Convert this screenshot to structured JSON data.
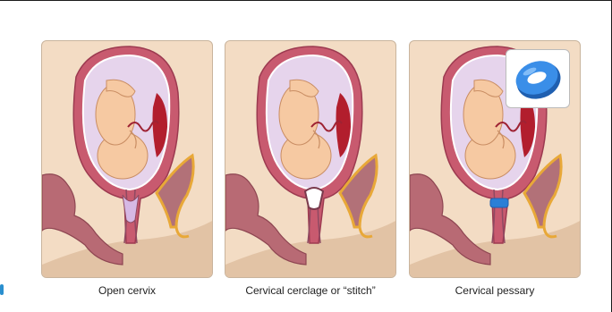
{
  "panels": [
    {
      "caption": "Open cervix",
      "variant": "open"
    },
    {
      "caption": "Cervical cerclage or “stitch”",
      "variant": "stitch"
    },
    {
      "caption": "Cervical pessary",
      "variant": "pessary"
    }
  ],
  "colors": {
    "background_skin": "#f3dcc4",
    "uterus_wall": "#c85a6f",
    "amniotic_sac": "#e6d4ec",
    "fetus": "#f6c9a2",
    "placenta": "#b21e2d",
    "cord": "#9e2233",
    "bladder_outline": "#e8a838",
    "bladder_fill": "#b27178",
    "pessary_ring": "#2b7fd6"
  }
}
